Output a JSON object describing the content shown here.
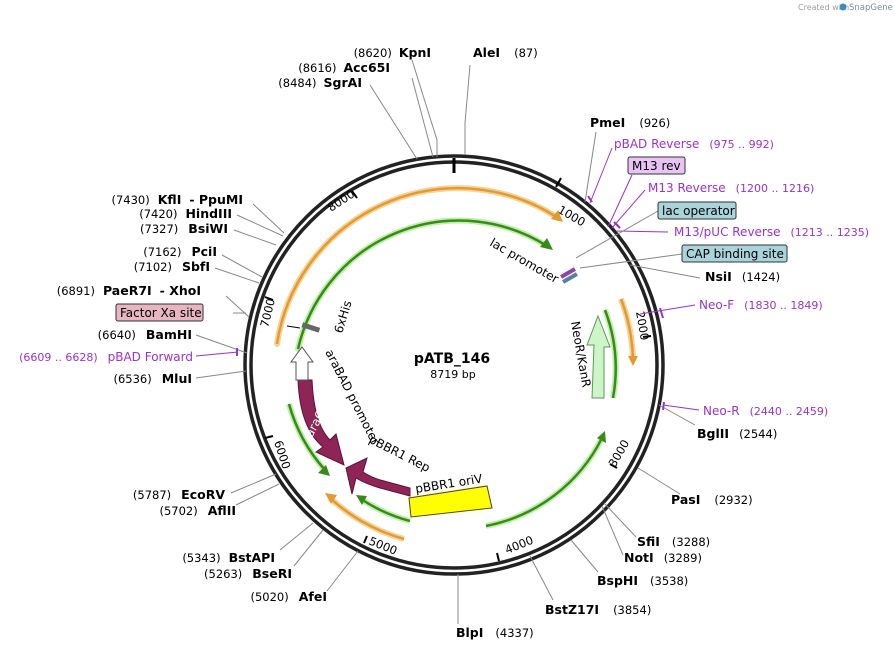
{
  "plasmid": {
    "name": "pATB_146",
    "length_label": "8719 bp",
    "length": 8719
  },
  "credit": {
    "prefix": "Created with",
    "brand": "SnapGene"
  },
  "ticks": [
    "1000",
    "2000",
    "3000",
    "4000",
    "5000",
    "6000",
    "7000",
    "8000"
  ],
  "sites": [
    {
      "id": "alei",
      "name": "AleI",
      "pos": "(87)"
    },
    {
      "id": "kpni",
      "name": "KpnI",
      "pos": "(8620)"
    },
    {
      "id": "acc65i",
      "name": "Acc65I",
      "pos": "(8616)"
    },
    {
      "id": "sgrai",
      "name": "SgrAI",
      "pos": "(8484)"
    },
    {
      "id": "pmei",
      "name": "PmeI",
      "pos": "(926)"
    },
    {
      "id": "nsii",
      "name": "NsiI",
      "pos": "(1424)"
    },
    {
      "id": "bglii",
      "name": "BglII",
      "pos": "(2544)"
    },
    {
      "id": "pasi",
      "name": "PasI",
      "pos": "(2932)"
    },
    {
      "id": "sfii",
      "name": "SfiI",
      "pos": "(3288)"
    },
    {
      "id": "noti",
      "name": "NotI",
      "pos": "(3289)"
    },
    {
      "id": "bsphi",
      "name": "BspHI",
      "pos": "(3538)"
    },
    {
      "id": "bstz17i",
      "name": "BstZ17I",
      "pos": "(3854)"
    },
    {
      "id": "blpi",
      "name": "BlpI",
      "pos": "(4337)"
    },
    {
      "id": "afei",
      "name": "AfeI",
      "pos": "(5020)"
    },
    {
      "id": "bseri",
      "name": "BseRI",
      "pos": "(5263)"
    },
    {
      "id": "bstapi",
      "name": "BstAPI",
      "pos": "(5343)"
    },
    {
      "id": "aflii",
      "name": "AflII",
      "pos": "(5702)"
    },
    {
      "id": "ecorv",
      "name": "EcoRV",
      "pos": "(5787)"
    },
    {
      "id": "mlui",
      "name": "MluI",
      "pos": "(6536)"
    },
    {
      "id": "bamhi",
      "name": "BamHI",
      "pos": "(6640)"
    },
    {
      "id": "paer7i",
      "name": "PaeR7I",
      "pos": "(6891)",
      "extra": "- XhoI"
    },
    {
      "id": "sbfi",
      "name": "SbfI",
      "pos": "(7102)"
    },
    {
      "id": "pcii",
      "name": "PciI",
      "pos": "(7162)"
    },
    {
      "id": "bsiwi",
      "name": "BsiWI",
      "pos": "(7327)"
    },
    {
      "id": "hindiii",
      "name": "HindIII",
      "pos": "(7420)"
    },
    {
      "id": "kfli",
      "name": "KflI",
      "pos": "(7430)",
      "extra": "- PpuMI"
    }
  ],
  "primers": [
    {
      "id": "pbad-reverse",
      "name": "pBAD Reverse",
      "range": "(975 .. 992)"
    },
    {
      "id": "m13-reverse",
      "name": "M13 Reverse",
      "range": "(1200 .. 1216)"
    },
    {
      "id": "m13-puc-reverse",
      "name": "M13/pUC Reverse",
      "range": "(1213 .. 1235)"
    },
    {
      "id": "neo-f",
      "name": "Neo-F",
      "range": "(1830 .. 1849)"
    },
    {
      "id": "neo-r",
      "name": "Neo-R",
      "range": "(2440 .. 2459)"
    },
    {
      "id": "pbad-forward",
      "name": "pBAD Forward",
      "range": "(6609 .. 6628)"
    }
  ],
  "boxed": [
    {
      "id": "m13-rev",
      "label": "M13 rev",
      "fill": "#e8c4f5"
    },
    {
      "id": "lac-operator",
      "label": "lac operator",
      "fill": "#a9d4da"
    },
    {
      "id": "cap-binding-site",
      "label": "CAP binding site",
      "fill": "#a9d4da"
    },
    {
      "id": "factor-xa-site",
      "label": "Factor Xa site",
      "fill": "#e8b5c2"
    }
  ],
  "features": [
    {
      "id": "lac-promoter",
      "label": "lac promoter"
    },
    {
      "id": "6xhis",
      "label": "6xHis"
    },
    {
      "id": "arabad-promoter",
      "label": "araBAD promoter"
    },
    {
      "id": "arac",
      "label": "araC"
    },
    {
      "id": "pbbr1-rep",
      "label": "pBBR1 Rep"
    },
    {
      "id": "pbbr1-oriv",
      "label": "pBBR1 oriV"
    },
    {
      "id": "neor-kanr",
      "label": "NeoR/KanR"
    }
  ],
  "colors": {
    "arac": "#8f2557",
    "neor": "#ccf5c8",
    "oriv": "#ffff00",
    "orange": "#e8a13a",
    "green": "#3a8a1a",
    "primer": "#9933cc"
  }
}
